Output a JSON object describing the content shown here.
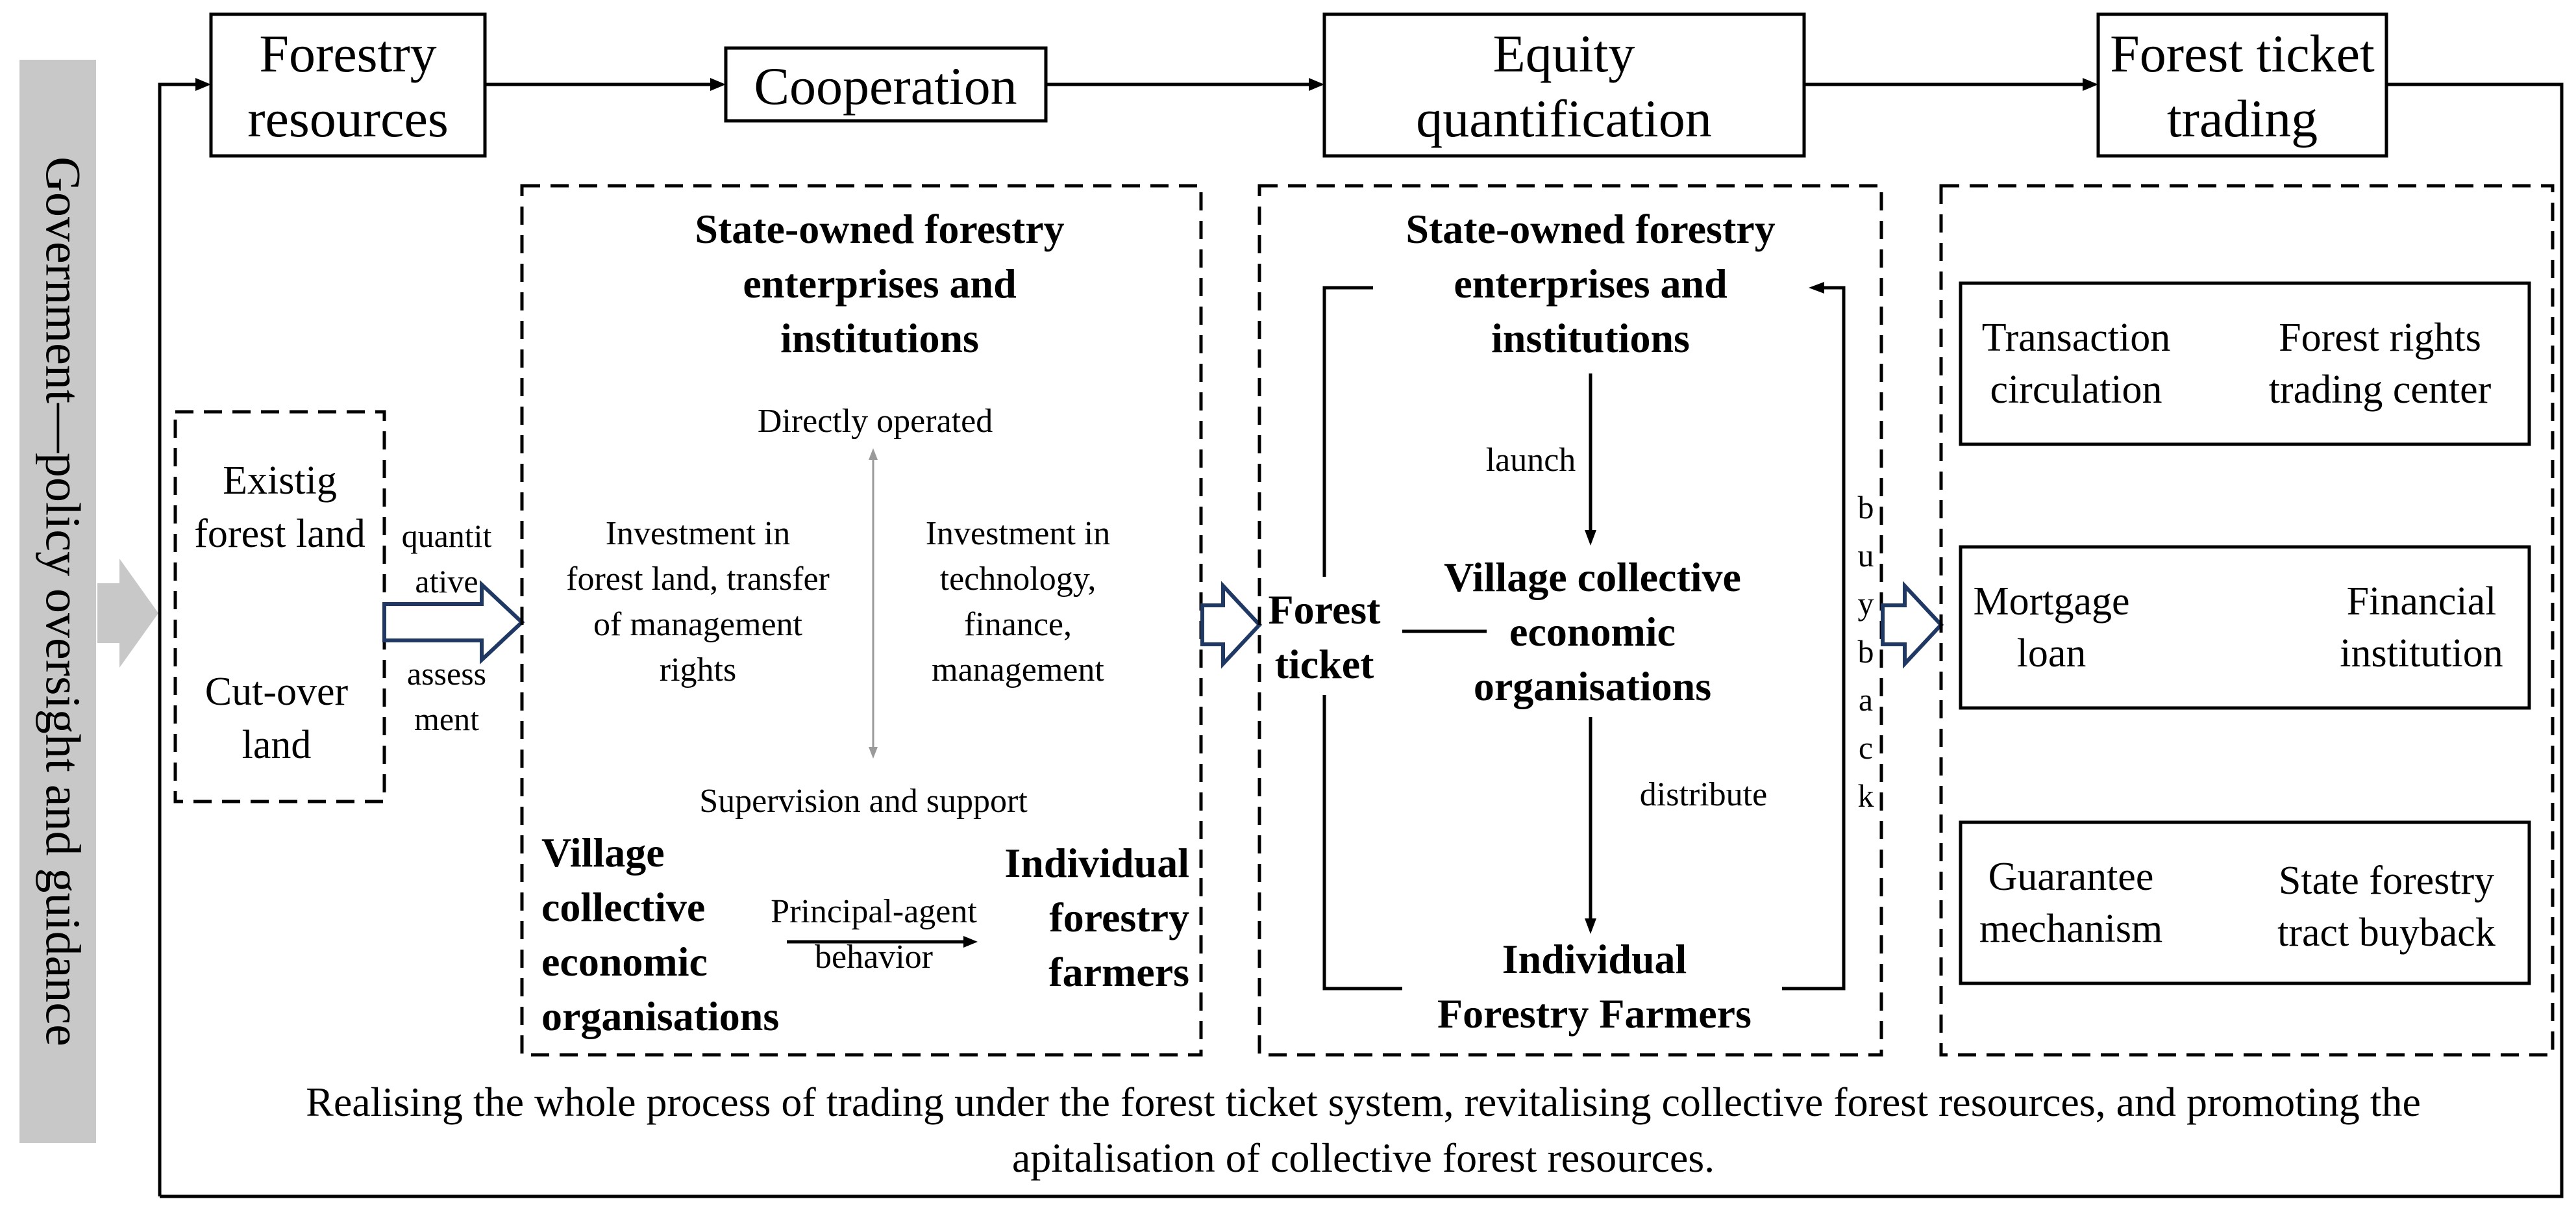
{
  "side_banner": "Government—policy oversight and guidance",
  "stages": {
    "forestry_resources": [
      "Forestry",
      "resources"
    ],
    "cooperation": [
      "Cooperation"
    ],
    "equity_quantification": [
      "Equity",
      "quantification"
    ],
    "forest_ticket_trading": [
      "Forest ticket",
      "trading"
    ]
  },
  "resources_panel": {
    "existing_land": [
      "Existig",
      "forest land"
    ],
    "cutover_land": [
      "Cut-over",
      "land"
    ]
  },
  "quantitative_assessment": {
    "top": [
      "quantit",
      "ative"
    ],
    "bottom": [
      "assess",
      "ment"
    ]
  },
  "cooperation_panel": {
    "state_owned": [
      "State-owned forestry",
      "enterprises and",
      "institutions"
    ],
    "directly_operated": "Directly operated",
    "investment_land": [
      "Investment in",
      "forest land, transfer",
      "of management",
      "rights"
    ],
    "investment_tech": [
      "Investment in",
      "technology,",
      "finance,",
      "management"
    ],
    "supervision": "Supervision and support",
    "village": [
      "Village",
      "collective",
      "economic",
      "organisations"
    ],
    "principal_agent": [
      "Principal-agent",
      "behavior"
    ],
    "individual": [
      "Individual",
      "forestry",
      "farmers"
    ]
  },
  "equity_panel": {
    "state_owned": [
      "State-owned forestry",
      "enterprises and",
      "institutions"
    ],
    "launch": "launch",
    "forest_ticket": [
      "Forest",
      "ticket"
    ],
    "village": [
      "Village collective",
      "economic",
      "organisations"
    ],
    "distribute": "distribute",
    "individual": [
      "Individual",
      "Forestry Farmers"
    ],
    "buyback": [
      "b",
      "u",
      "y",
      "b",
      "a",
      "c",
      "k"
    ]
  },
  "trading_panel": {
    "row1": {
      "left": [
        "Transaction",
        "circulation"
      ],
      "right": [
        "Forest rights",
        "trading center"
      ]
    },
    "row2": {
      "left": [
        "Mortgage",
        "loan"
      ],
      "right": [
        "Financial",
        "institution"
      ]
    },
    "row3": {
      "left": [
        "Guarantee",
        "mechanism"
      ],
      "right": [
        "State forestry",
        "tract buyback"
      ]
    }
  },
  "footer": [
    "Realising the whole process of trading under the forest ticket system, revitalising collective forest resources, and promoting the",
    "apitalisation of collective forest resources."
  ]
}
